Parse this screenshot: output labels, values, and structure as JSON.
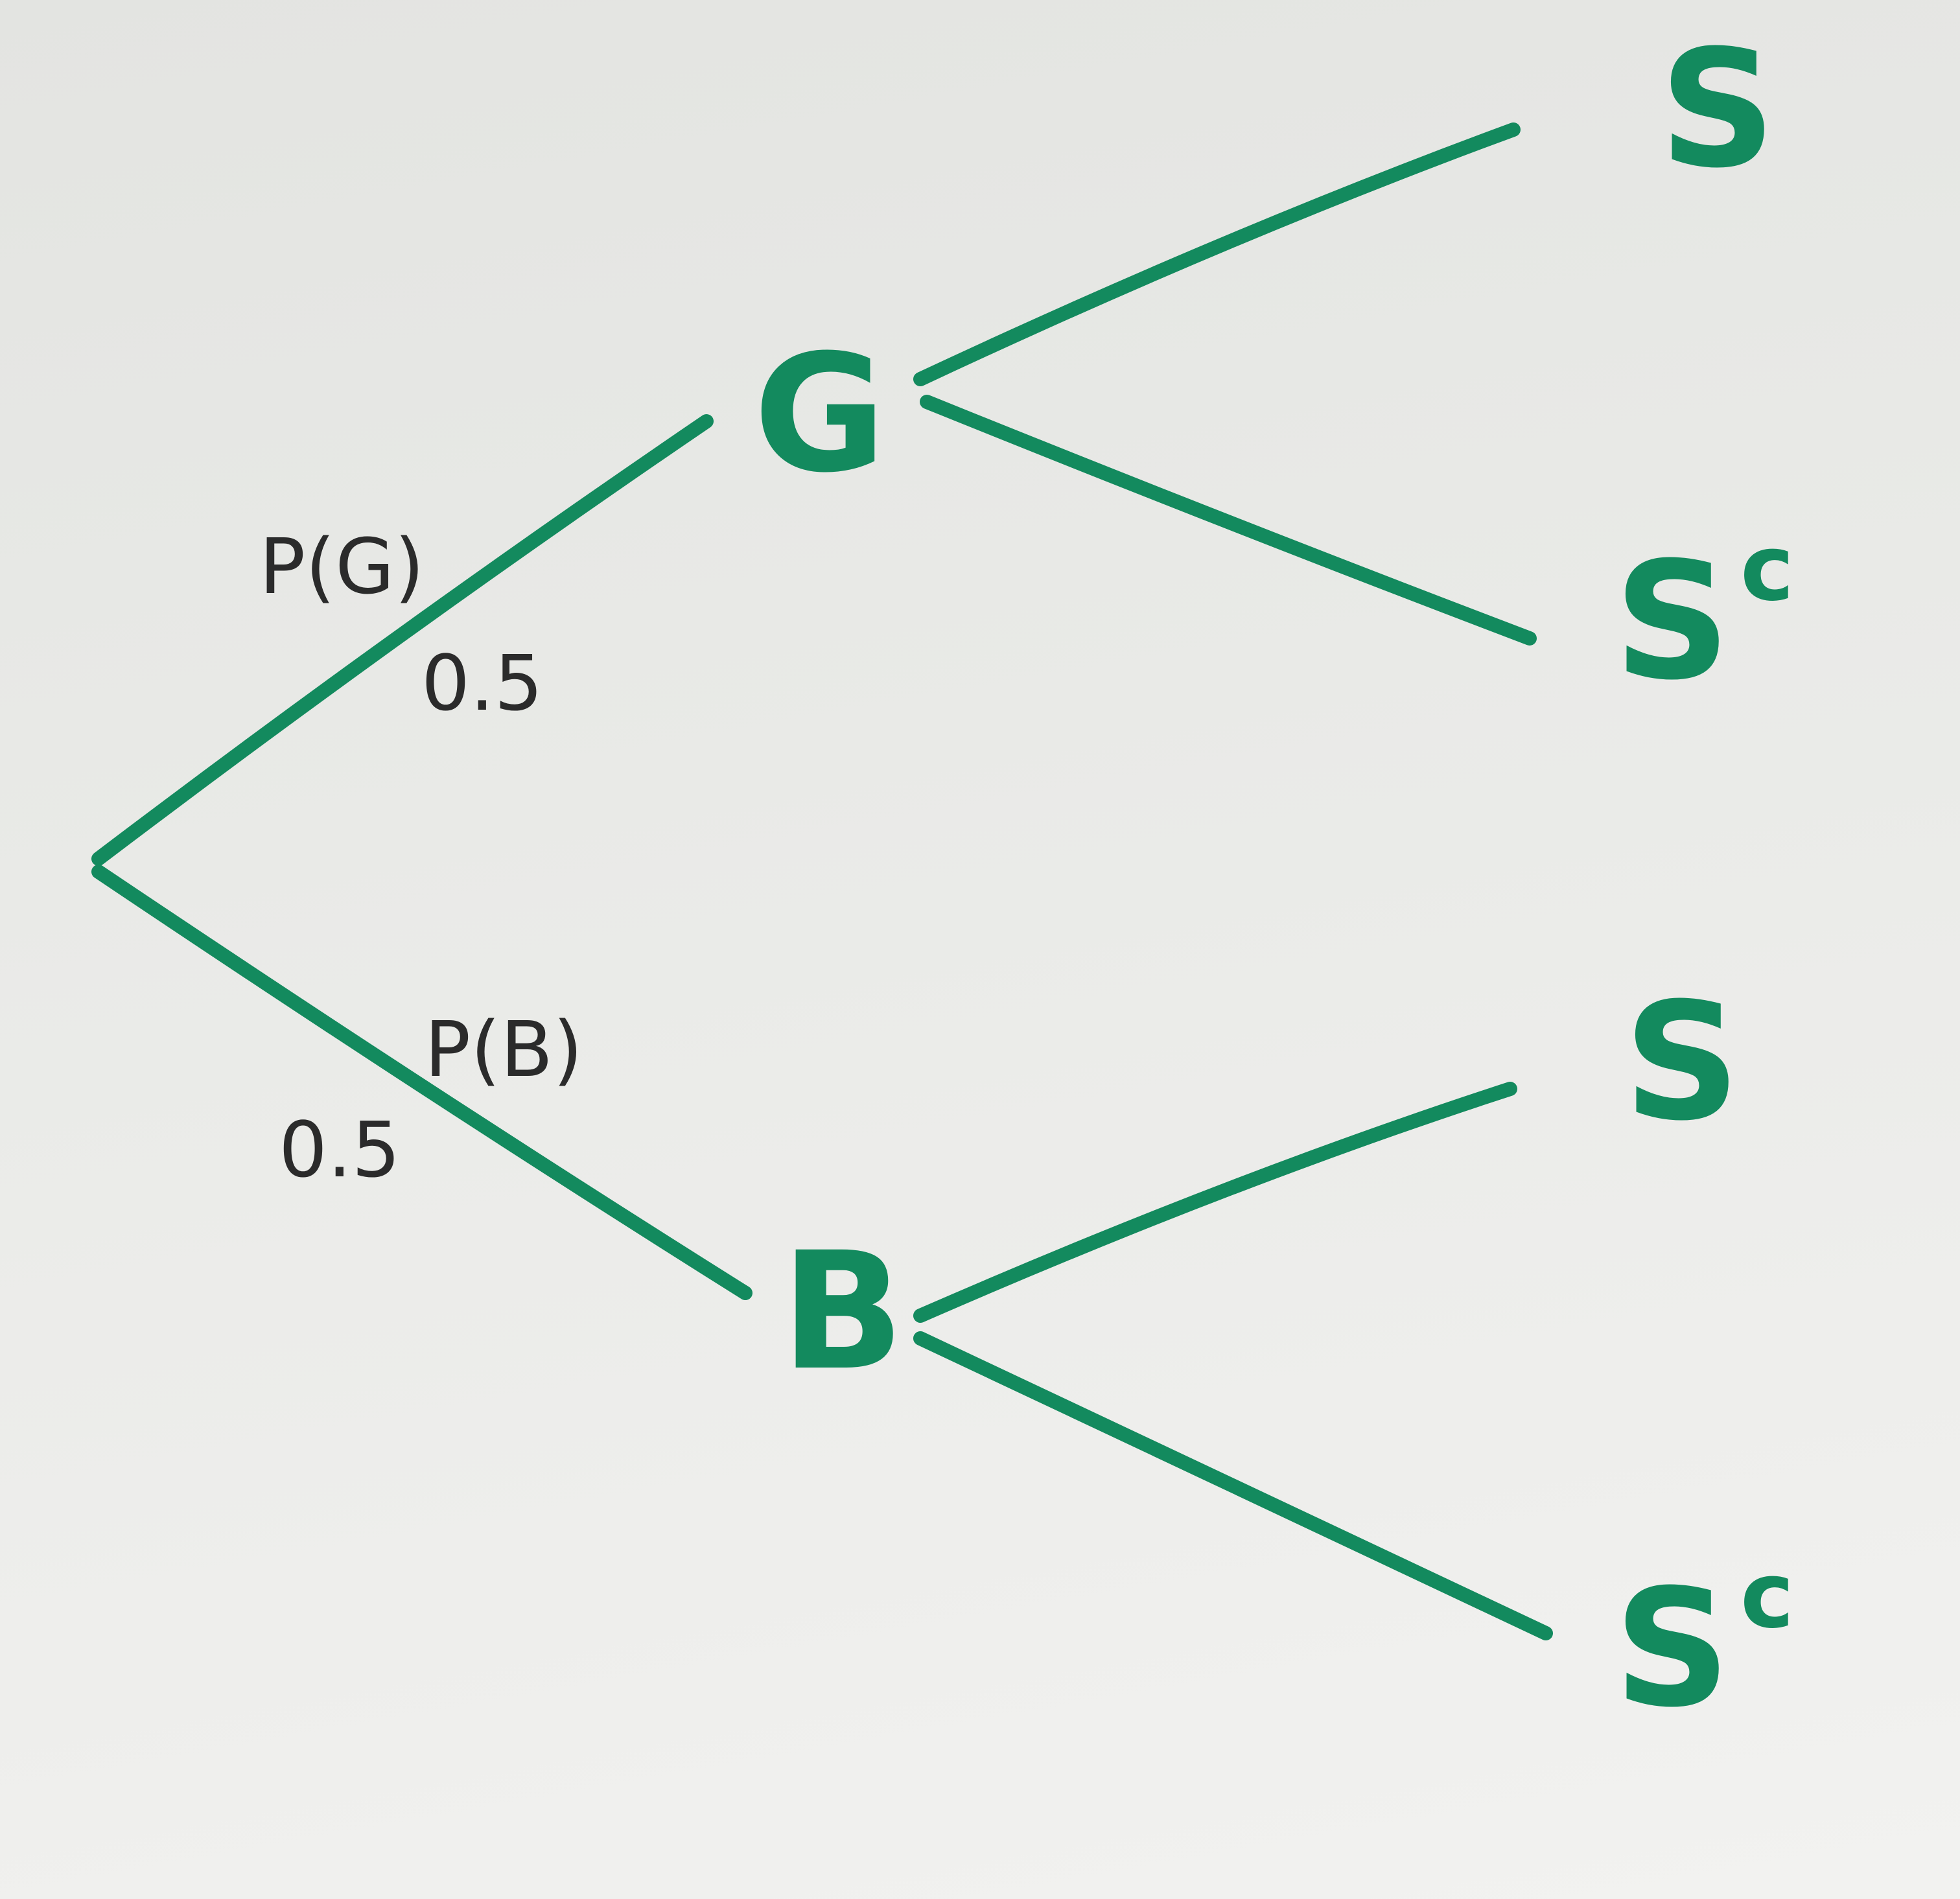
{
  "colors": {
    "ink_green": "#138a5e",
    "ink_pencil": "#2b2b2b"
  },
  "diagram": {
    "type": "probability-tree",
    "nodes": {
      "first": {
        "label": "G"
      },
      "second": {
        "label": "B"
      }
    },
    "outcomes": {
      "g_success": {
        "base": "S",
        "sup": ""
      },
      "g_failure": {
        "base": "S",
        "sup": "c"
      },
      "b_success": {
        "base": "S",
        "sup": ""
      },
      "b_failure": {
        "base": "S",
        "sup": "c"
      }
    },
    "edges": {
      "root_to_g": {
        "label": "P(G)",
        "value": "0.5"
      },
      "root_to_b": {
        "label": "P(B)",
        "value": "0.5"
      }
    }
  }
}
